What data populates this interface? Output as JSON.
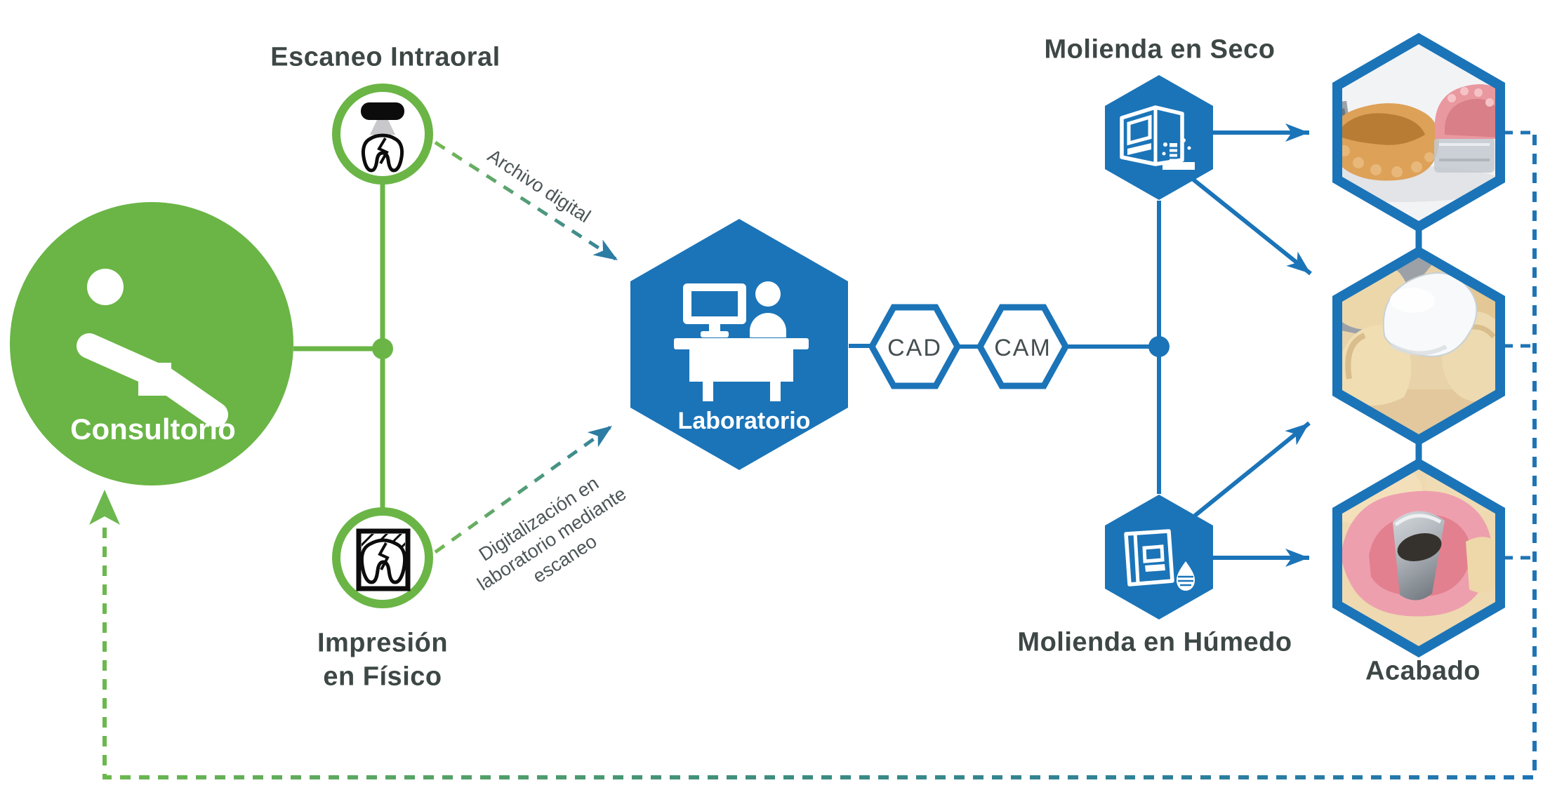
{
  "palette": {
    "green": "#6ab546",
    "blue": "#1b74b8",
    "teal": "#2c7ca4",
    "text_dark": "#3d4745",
    "label_gray": "#4c5557",
    "white": "#ffffff"
  },
  "nodes": {
    "consultorio": {
      "label": "Consultorio",
      "icon": "dental-chair-patient-icon"
    },
    "escaneo_intraoral": {
      "title": "Escaneo Intraoral",
      "icon": "intraoral-scanner-tooth-icon"
    },
    "impresion_fisico": {
      "label": "Impresión\nen Físico",
      "icon": "physical-impression-tray-icon"
    },
    "laboratorio": {
      "label": "Laboratorio",
      "icon": "lab-technician-desk-icon"
    },
    "cad": {
      "label": "CAD"
    },
    "cam": {
      "label": "CAM"
    },
    "molienda_seco": {
      "title": "Molienda en Seco",
      "icon": "dry-milling-machine-icon"
    },
    "molienda_humedo": {
      "title": "Molienda en Húmedo",
      "icon": "wet-milling-machine-icon"
    },
    "resultado_modelos": {
      "photo": "printed-dental-models-photo"
    },
    "resultado_corona": {
      "photo": "ceramic-crown-photo"
    },
    "resultado_estructura": {
      "photo": "metal-abutment-photo"
    },
    "acabado": {
      "label": "Acabado"
    }
  },
  "connectors": {
    "archivo_digital": {
      "label": "Archivo digital"
    },
    "digitalizacion": {
      "label": "Digitalización en\nlaboratorio mediante\nescaneo"
    }
  }
}
